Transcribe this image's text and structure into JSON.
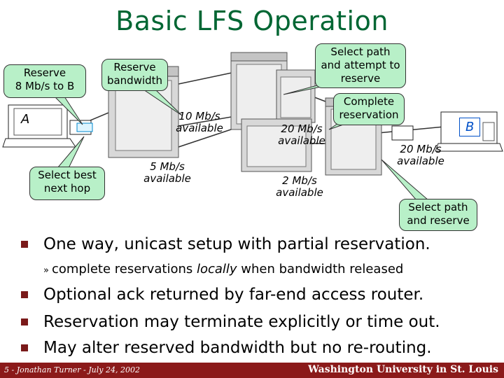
{
  "title": "Basic LFS Operation",
  "callouts": {
    "reserve_8": "Reserve\n8 Mb/s to B",
    "reserve_bw": "Reserve\nbandwidth",
    "select_best": "Select best\nnext hop",
    "select_attempt": "Select path\nand attempt to\nreserve",
    "complete": "Complete\nreservation",
    "select_reserve": "Select path\nand reserve"
  },
  "links": {
    "l1": "10 Mb/s\navailable",
    "l2": "5 Mb/s\navailable",
    "l3": "20 Mb/s\navailable",
    "l4": "2 Mb/s\navailable",
    "l5": "20 Mb/s\navailable"
  },
  "hosts": {
    "a": "A",
    "b": "B"
  },
  "bullets": [
    "One way, unicast setup with partial reservation.",
    "Optional ack returned by far-end access router.",
    "Reservation may terminate explicitly or time out.",
    "May alter reserved bandwidth but no re-routing."
  ],
  "sub_bullet": {
    "marker": "»",
    "before": "complete reservations ",
    "emph": "locally",
    "after": " when bandwidth released"
  },
  "footer": {
    "left": "5 - Jonathan Turner - July 24, 2002",
    "right": "Washington University in St. Louis"
  },
  "colors": {
    "title": "#006633",
    "callout": "#b8f0c8",
    "footer": "#8b1a1a",
    "bullet": "#7a1a1a"
  }
}
